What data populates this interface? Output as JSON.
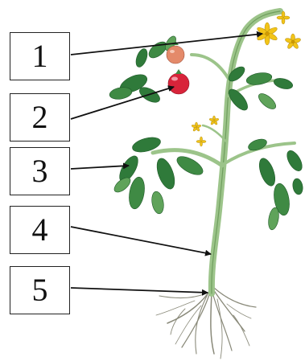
{
  "labels": [
    {
      "id": "1",
      "text": "1",
      "part": "flower"
    },
    {
      "id": "2",
      "text": "2",
      "part": "fruit"
    },
    {
      "id": "3",
      "text": "3",
      "part": "leaf"
    },
    {
      "id": "4",
      "text": "4",
      "part": "stem"
    },
    {
      "id": "5",
      "text": "5",
      "part": "root"
    }
  ],
  "colors": {
    "stem": "#9cc48a",
    "stem_dark": "#6f9e5e",
    "leaf": "#2f7a3a",
    "leaf_light": "#5fa35a",
    "fruit_red": "#d8243a",
    "fruit_ripening": "#e48a6a",
    "flower": "#f2c418",
    "root": "#8a8a7a",
    "line": "#111111",
    "box_border": "#222222"
  }
}
